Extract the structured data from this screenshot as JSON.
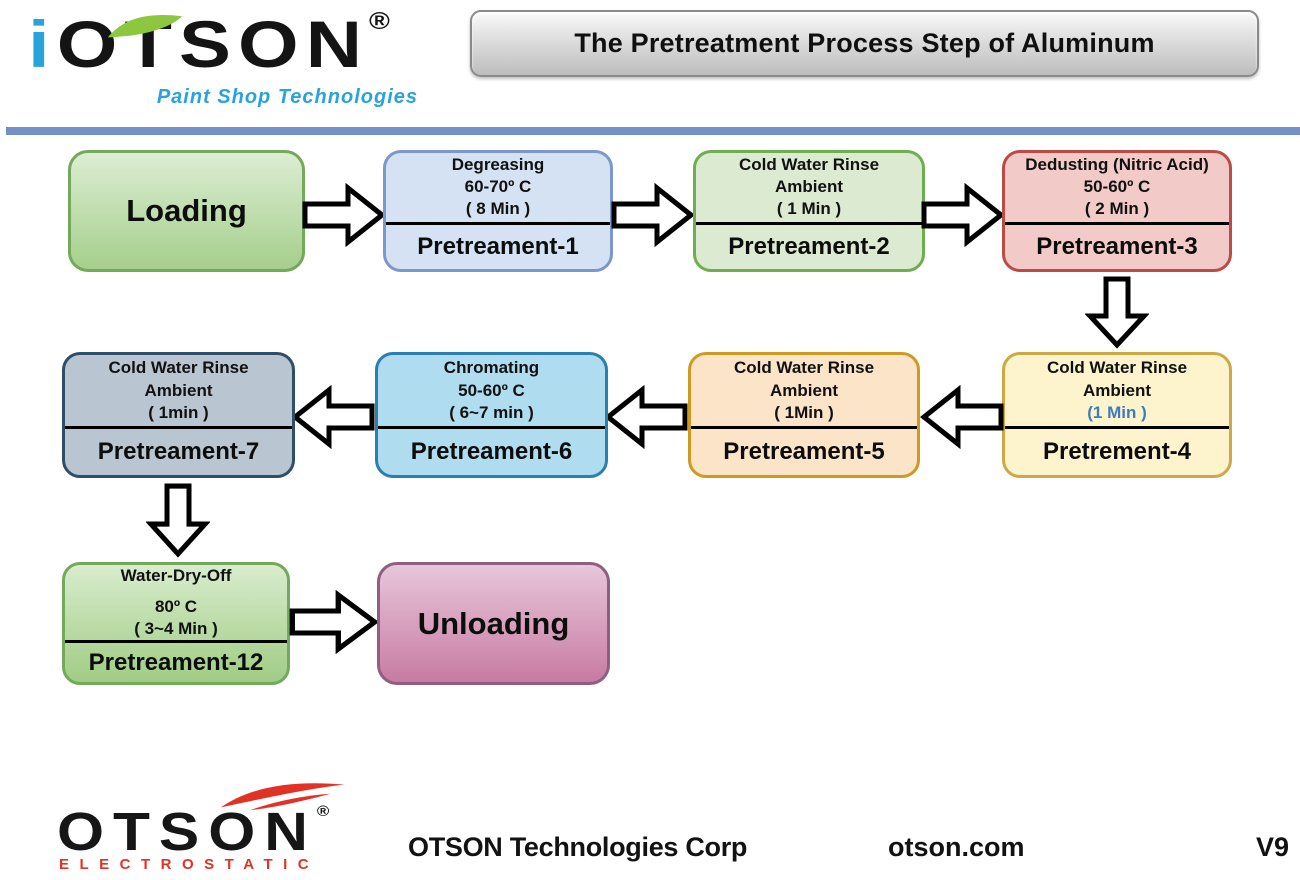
{
  "header": {
    "logo": {
      "i": "i",
      "name": "OTSON",
      "registered": "®",
      "tagline": "Paint Shop Technologies"
    },
    "title": "The Pretreatment Process Step of Aluminum"
  },
  "flow": {
    "boxes": {
      "loading": {
        "label": "Loading"
      },
      "p1": {
        "lines": [
          "Degreasing",
          "60-70º C",
          "( 8 Min )"
        ],
        "label": "Pretreament-1"
      },
      "p2": {
        "lines": [
          "Cold Water Rinse",
          "Ambient",
          "( 1 Min )"
        ],
        "label": "Pretreament-2"
      },
      "p3": {
        "lines": [
          "Dedusting (Nitric Acid)",
          "50-60º C",
          "( 2 Min )"
        ],
        "label": "Pretreament-3"
      },
      "p4": {
        "lines": [
          "Cold Water Rinse",
          "Ambient",
          "(1 Min )"
        ],
        "label": "Pretrement-4"
      },
      "p5": {
        "lines": [
          "Cold Water Rinse",
          "Ambient",
          "( 1Min )"
        ],
        "label": "Pretreament-5"
      },
      "p6": {
        "lines": [
          "Chromating",
          "50-60º C",
          "( 6~7 min )"
        ],
        "label": "Pretreament-6"
      },
      "p7": {
        "lines": [
          "Cold Water Rinse",
          "Ambient",
          "( 1min )"
        ],
        "label": "Pretreament-7"
      },
      "p12": {
        "lines": [
          "Water-Dry-Off",
          "80º C",
          "( 3~4 Min )"
        ],
        "label": "Pretreament-12"
      },
      "unloading": {
        "label": "Unloading"
      }
    },
    "colors": {
      "divider_blue": "#7490c6",
      "logo_blue": "#29a3dc",
      "leaf_green": "#8dc63f",
      "swoosh_red": "#e23225",
      "p4_minutes_blue": "#3c7bc0"
    }
  },
  "footer": {
    "logo": {
      "name": "OTSON",
      "registered": "®",
      "sub": "ELECTROSTATIC"
    },
    "company": "OTSON Technologies Corp",
    "website": "otson.com",
    "version": "V9"
  }
}
